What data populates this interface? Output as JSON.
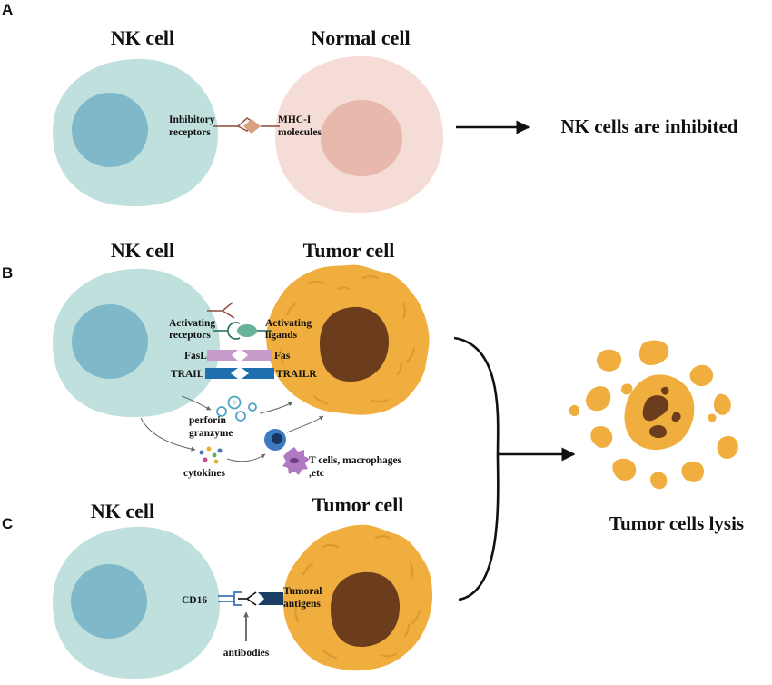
{
  "panels": {
    "A": {
      "letter": "A",
      "nk_title": "NK cell",
      "target_title": "Normal cell",
      "inhibitory_receptors": [
        "Inhibitory",
        "receptors"
      ],
      "mhc_molecules": [
        "MHC-I",
        "molecules"
      ],
      "result": "NK cells are inhibited"
    },
    "B": {
      "letter": "B",
      "nk_title": "NK cell",
      "target_title": "Tumor cell",
      "activating_receptors": [
        "Activating",
        "receptors"
      ],
      "activating_ligands": [
        "Activating",
        "ligands"
      ],
      "fasl": "FasL",
      "fas": "Fas",
      "trail": "TRAIL",
      "trailr": "TRAILR",
      "perforin_granzyme": [
        "perforin",
        "granzyme"
      ],
      "cytokines": "cytokines",
      "immune_cells": [
        "T cells, macrophages",
        ",etc"
      ]
    },
    "C": {
      "letter": "C",
      "nk_title": "NK cell",
      "target_title": "Tumor cell",
      "cd16": "CD16",
      "tumoral_antigens": [
        "Tumoral",
        "antigens"
      ],
      "antibodies": "antibodies"
    }
  },
  "outcome": {
    "label": "Tumor cells lysis"
  },
  "colors": {
    "nk_cell": "#bfe0dd",
    "nk_nucleus": "#7fb8c9",
    "normal_cell": "#f6dcd6",
    "normal_nucleus": "#e7b8ab",
    "tumor_cell": "#efae3e",
    "tumor_nucleus": "#6b3d1c",
    "mhc": "#d9a27f",
    "activating_ligand": "#69b29a",
    "fas": "#c79bc9",
    "trail": "#1d6fb0",
    "antigen": "#1c3d66"
  }
}
